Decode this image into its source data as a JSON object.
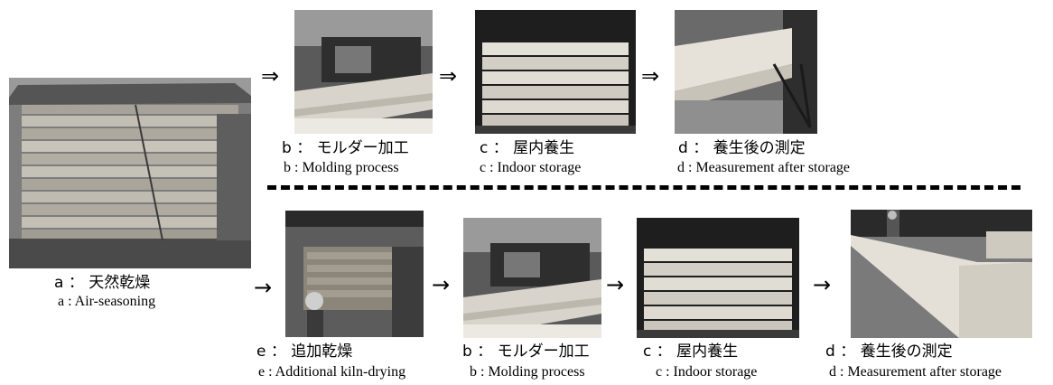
{
  "arrows": {
    "double": "⇒",
    "single": "→"
  },
  "steps": {
    "a": {
      "jp": "a ： 天然乾燥",
      "en": "a : Air-seasoning"
    },
    "top": [
      {
        "jp": "b ： モルダー加工",
        "en": "b : Molding process"
      },
      {
        "jp": "c ： 屋内養生",
        "en": "c : Indoor storage"
      },
      {
        "jp": "d ： 養生後の測定",
        "en": "d : Measurement after storage"
      }
    ],
    "bottom": [
      {
        "jp": "e ： 追加乾燥",
        "en": "e : Additional kiln-drying"
      },
      {
        "jp": "b ： モルダー加工",
        "en": "b : Molding process"
      },
      {
        "jp": "c ： 屋内養生",
        "en": "c : Indoor storage"
      },
      {
        "jp": "d ： 養生後の測定",
        "en": "d : Measurement after storage"
      }
    ]
  },
  "colors": {
    "photo_dark": "#3a3a3a",
    "photo_mid": "#8a8a8a",
    "wood_light": "#d9d5cc",
    "wood_mid": "#b8b2a6"
  }
}
